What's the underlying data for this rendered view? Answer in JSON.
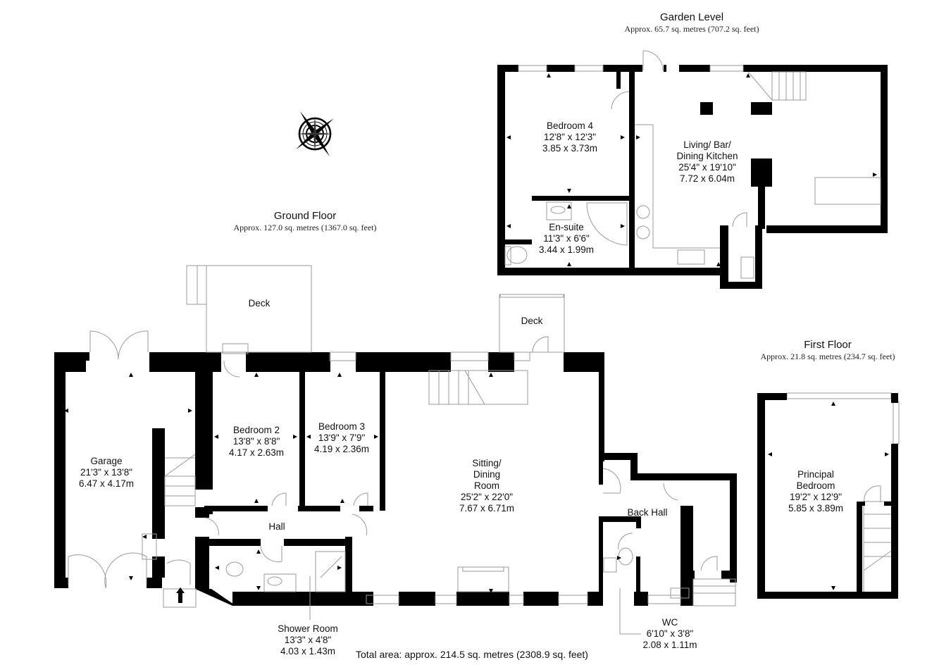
{
  "floors": {
    "garden_level": {
      "name": "Garden Level",
      "area": "Approx. 65.7 sq. metres (707.2 sq. feet)",
      "rooms": [
        {
          "name": "Bedroom 4",
          "imperial": "12'8\" x 12'3\"",
          "metric": "3.85 x 3.73m"
        },
        {
          "name_line1": "Living/ Bar/",
          "name_line2": "Dining Kitchen",
          "imperial": "25'4\" x 19'10\"",
          "metric": "7.72 x 6.04m"
        },
        {
          "name": "En-suite",
          "imperial": "11'3\" x 6'6\"",
          "metric": "3.44 x 1.99m"
        }
      ]
    },
    "ground_floor": {
      "name": "Ground Floor",
      "area": "Approx. 127.0 sq. metres (1367.0 sq. feet)",
      "rooms": [
        {
          "name": "Garage",
          "imperial": "21'3\" x 13'8\"",
          "metric": "6.47 x 4.17m"
        },
        {
          "name": "Bedroom 2",
          "imperial": "13'8\" x 8'8\"",
          "metric": "4.17 x 2.63m"
        },
        {
          "name": "Bedroom 3",
          "imperial": "13'9\" x 7'9\"",
          "metric": "4.19 x 2.36m"
        },
        {
          "name_line1": "Sitting/",
          "name_line2": "Dining",
          "name_line3": "Room",
          "imperial": "25'2\" x 22'0\"",
          "metric": "7.67 x 6.71m"
        },
        {
          "name": "Hall"
        },
        {
          "name": "Shower Room",
          "imperial": "13'3\" x 4'8\"",
          "metric": "4.03 x 1.43m"
        },
        {
          "name": "Back Hall"
        },
        {
          "name": "WC",
          "imperial": "6'10\" x 3'8\"",
          "metric": "2.08 x 1.11m"
        },
        {
          "name": "Deck"
        },
        {
          "name": "Deck"
        }
      ]
    },
    "first_floor": {
      "name": "First Floor",
      "area": "Approx. 21.8 sq. metres (234.7 sq. feet)",
      "rooms": [
        {
          "name_line1": "Principal",
          "name_line2": "Bedroom",
          "imperial": "19'2\" x 12'9\"",
          "metric": "5.85 x 3.89m"
        }
      ]
    }
  },
  "total_area": "Total area: approx. 214.5 sq. metres (2308.9 sq. feet)",
  "icons": {
    "compass": "compass-rose-icon"
  },
  "colors": {
    "wall": "#000000",
    "fixture_line": "#9a9a9a",
    "background": "#ffffff"
  }
}
